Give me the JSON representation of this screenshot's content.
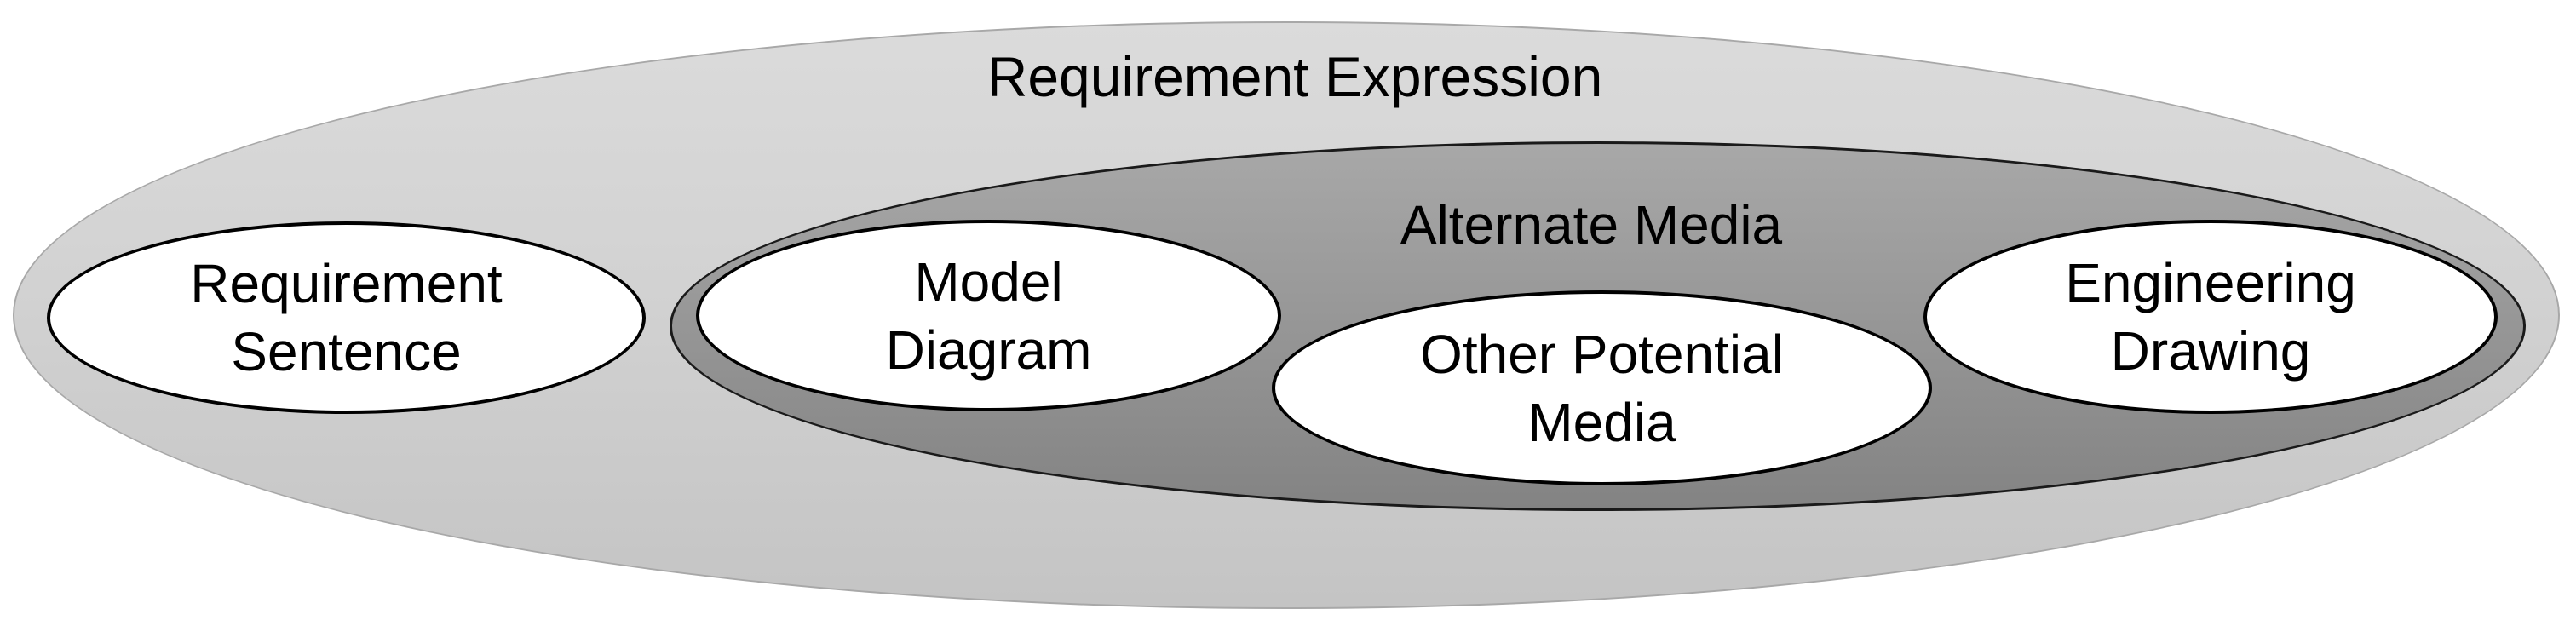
{
  "diagram": {
    "type": "nested-ellipse-venn",
    "background_color": "#ffffff",
    "outer": {
      "label": "Requirement Expression",
      "fill_top": "#dbdbdb",
      "fill_bottom": "#c4c4c4",
      "border_color": "#a8a8a8"
    },
    "inner_group": {
      "label": "Alternate Media",
      "fill_top": "#a8a8a8",
      "fill_bottom": "#838383",
      "border_color": "#1a1a1a"
    },
    "nodes": [
      {
        "id": "requirement-sentence",
        "line1": "Requirement",
        "line2": "Sentence",
        "fill": "#ffffff",
        "border_color": "#000000",
        "inside_group": "Requirement Expression"
      },
      {
        "id": "model-diagram",
        "line1": "Model",
        "line2": "Diagram",
        "fill": "#ffffff",
        "border_color": "#000000",
        "inside_group": "Alternate Media"
      },
      {
        "id": "other-potential-media",
        "line1": "Other Potential",
        "line2": "Media",
        "fill": "#ffffff",
        "border_color": "#000000",
        "inside_group": "Alternate Media"
      },
      {
        "id": "engineering-drawing",
        "line1": "Engineering",
        "line2": "Drawing",
        "fill": "#ffffff",
        "border_color": "#000000",
        "inside_group": "Alternate Media"
      }
    ],
    "text_color": "#000000"
  }
}
